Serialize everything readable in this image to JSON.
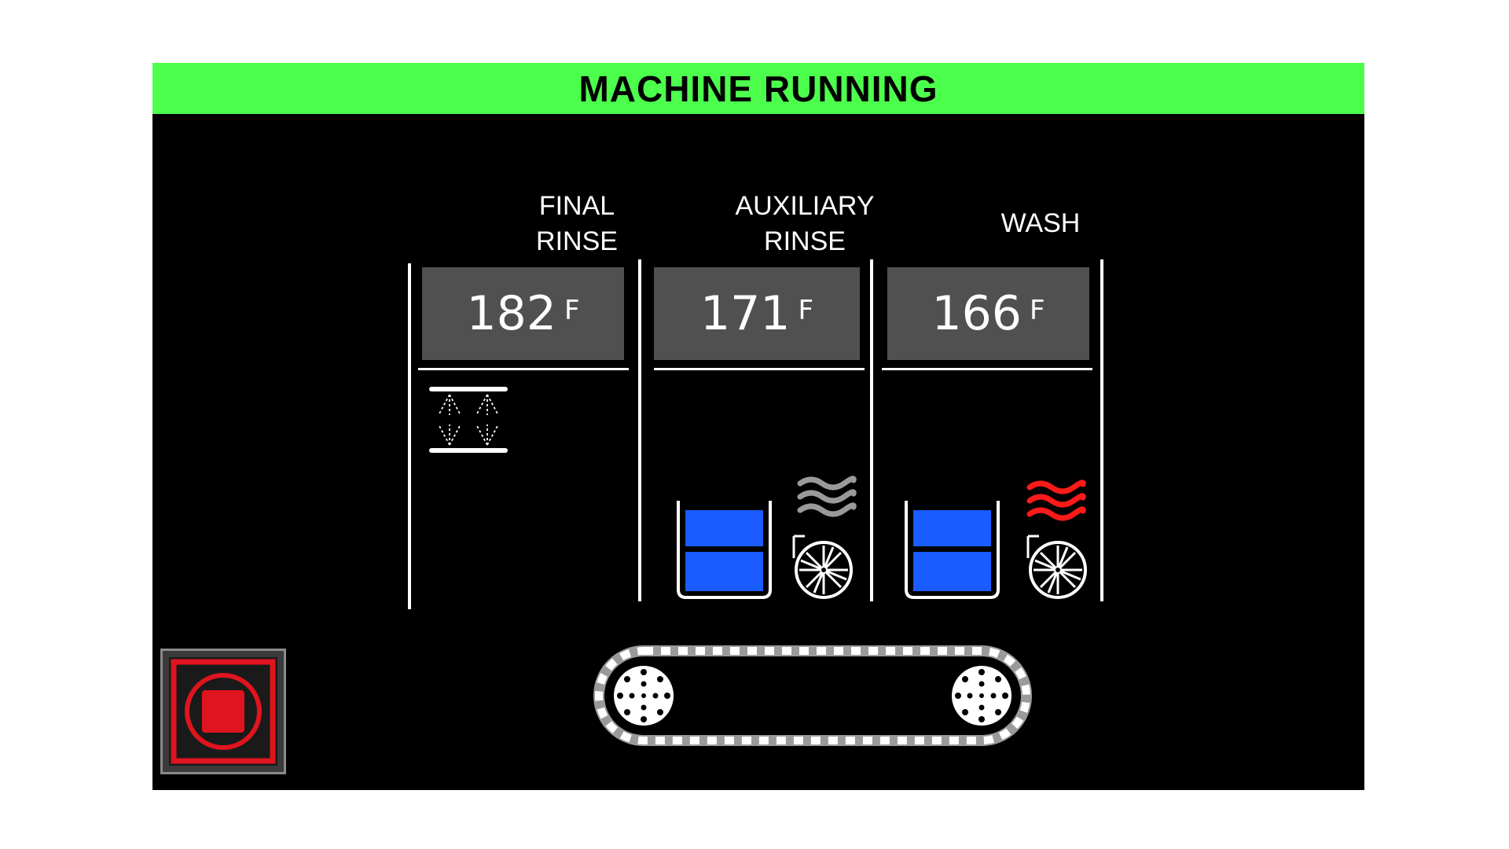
{
  "status": {
    "text": "MACHINE RUNNING",
    "color": "#4dff4d"
  },
  "zones": [
    {
      "label_line1": "FINAL",
      "label_line2": "RINSE",
      "temperature": "182",
      "unit": "F"
    },
    {
      "label_line1": "AUXILIARY",
      "label_line2": "RINSE",
      "temperature": "171",
      "unit": "F"
    },
    {
      "label_line1": "WASH",
      "temperature": "166",
      "unit": "F"
    }
  ],
  "colors": {
    "tank_water": "#1a5cff",
    "heater_aux": "#9a9a9a",
    "heater_wash": "#ff1a1a",
    "stop_red": "#e0141e"
  },
  "icons": {
    "spray": "spray-nozzle-icon",
    "tank": "water-tank-icon",
    "heater": "heater-waves-icon",
    "pump": "pump-fan-icon",
    "conveyor": "conveyor-belt-icon",
    "stop": "stop-icon"
  }
}
